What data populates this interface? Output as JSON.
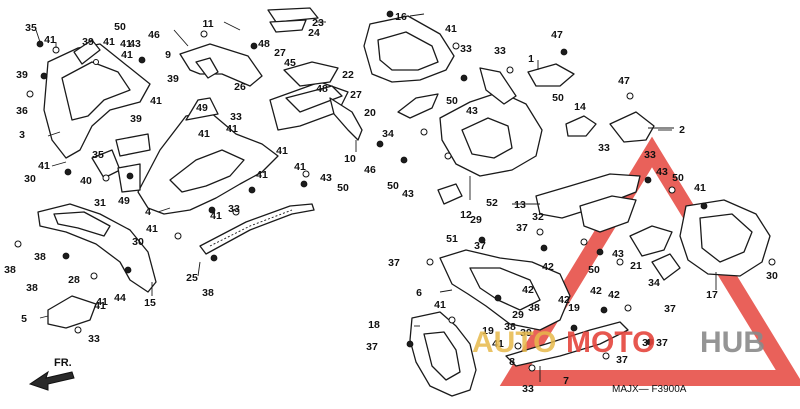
{
  "diagram": {
    "code": "MAJX— F3900A",
    "direction_label": "FR.",
    "watermark": {
      "word1": "AUTO",
      "word2": "MOTO",
      "word3": "HUB",
      "primary_color": "#e5453d",
      "secondary_color": "#8a8a8a"
    }
  },
  "callouts": [
    {
      "id": "c35",
      "label": "35"
    },
    {
      "id": "c41a",
      "label": "41"
    },
    {
      "id": "c39a",
      "label": "39"
    },
    {
      "id": "c41b",
      "label": "41"
    },
    {
      "id": "c41c",
      "label": "41"
    },
    {
      "id": "c50a",
      "label": "50"
    },
    {
      "id": "c43a",
      "label": "43"
    },
    {
      "id": "c41d",
      "label": "41"
    },
    {
      "id": "c46a",
      "label": "46"
    },
    {
      "id": "c9",
      "label": "9"
    },
    {
      "id": "c11",
      "label": "11"
    },
    {
      "id": "c48a",
      "label": "48"
    },
    {
      "id": "c27a",
      "label": "27"
    },
    {
      "id": "c23",
      "label": "23"
    },
    {
      "id": "c24",
      "label": "24"
    },
    {
      "id": "c16",
      "label": "16"
    },
    {
      "id": "c41e",
      "label": "41"
    },
    {
      "id": "c33a",
      "label": "33"
    },
    {
      "id": "c33b",
      "label": "33"
    },
    {
      "id": "c1",
      "label": "1"
    },
    {
      "id": "c47a",
      "label": "47"
    },
    {
      "id": "c45",
      "label": "45"
    },
    {
      "id": "c22",
      "label": "22"
    },
    {
      "id": "c48b",
      "label": "48"
    },
    {
      "id": "c39b",
      "label": "39"
    },
    {
      "id": "c26",
      "label": "26"
    },
    {
      "id": "c39c",
      "label": "39"
    },
    {
      "id": "c36",
      "label": "36"
    },
    {
      "id": "c3",
      "label": "3"
    },
    {
      "id": "c41f",
      "label": "41"
    },
    {
      "id": "c49a",
      "label": "49"
    },
    {
      "id": "c33c",
      "label": "33"
    },
    {
      "id": "c41g",
      "label": "41"
    },
    {
      "id": "c20",
      "label": "20"
    },
    {
      "id": "c27b",
      "label": "27"
    },
    {
      "id": "c50b",
      "label": "50"
    },
    {
      "id": "c43b",
      "label": "43"
    },
    {
      "id": "c47b",
      "label": "47"
    },
    {
      "id": "c50c",
      "label": "50"
    },
    {
      "id": "c14",
      "label": "14"
    },
    {
      "id": "c2",
      "label": "2"
    },
    {
      "id": "c34a",
      "label": "34"
    },
    {
      "id": "c10",
      "label": "10"
    },
    {
      "id": "c46b",
      "label": "46"
    },
    {
      "id": "c41h",
      "label": "41"
    },
    {
      "id": "c30a",
      "label": "30"
    },
    {
      "id": "c40",
      "label": "40"
    },
    {
      "id": "c35b",
      "label": "35"
    },
    {
      "id": "c39d",
      "label": "39"
    },
    {
      "id": "c41i",
      "label": "41"
    },
    {
      "id": "c41j",
      "label": "41"
    },
    {
      "id": "c41k",
      "label": "41"
    },
    {
      "id": "c43c",
      "label": "43"
    },
    {
      "id": "c50d",
      "label": "50"
    },
    {
      "id": "c41l",
      "label": "41"
    },
    {
      "id": "c31",
      "label": "31"
    },
    {
      "id": "c49b",
      "label": "49"
    },
    {
      "id": "c4",
      "label": "4"
    },
    {
      "id": "c41m",
      "label": "41"
    },
    {
      "id": "c33d",
      "label": "33"
    },
    {
      "id": "c41n",
      "label": "41"
    },
    {
      "id": "c30b",
      "label": "30"
    },
    {
      "id": "c50e",
      "label": "50"
    },
    {
      "id": "c43d",
      "label": "43"
    },
    {
      "id": "c52",
      "label": "52"
    },
    {
      "id": "c12",
      "label": "12"
    },
    {
      "id": "c13",
      "label": "13"
    },
    {
      "id": "c33e",
      "label": "33"
    },
    {
      "id": "c43e",
      "label": "43"
    },
    {
      "id": "c50f",
      "label": "50"
    },
    {
      "id": "c41o",
      "label": "41"
    },
    {
      "id": "c33f",
      "label": "33"
    },
    {
      "id": "c38a",
      "label": "38"
    },
    {
      "id": "c38b",
      "label": "38"
    },
    {
      "id": "c28",
      "label": "28"
    },
    {
      "id": "c38c",
      "label": "38"
    },
    {
      "id": "c44",
      "label": "44"
    },
    {
      "id": "c15",
      "label": "15"
    },
    {
      "id": "c41p",
      "label": "41"
    },
    {
      "id": "c25",
      "label": "25"
    },
    {
      "id": "c38d",
      "label": "38"
    },
    {
      "id": "c51",
      "label": "51"
    },
    {
      "id": "c29a",
      "label": "29"
    },
    {
      "id": "c37a",
      "label": "37"
    },
    {
      "id": "c37b",
      "label": "37"
    },
    {
      "id": "c32",
      "label": "32"
    },
    {
      "id": "c37c",
      "label": "37"
    },
    {
      "id": "c6",
      "label": "6"
    },
    {
      "id": "c43f",
      "label": "43"
    },
    {
      "id": "c50g",
      "label": "50"
    },
    {
      "id": "c21",
      "label": "21"
    },
    {
      "id": "c34b",
      "label": "34"
    },
    {
      "id": "c17",
      "label": "17"
    },
    {
      "id": "c30c",
      "label": "30"
    },
    {
      "id": "c5",
      "label": "5"
    },
    {
      "id": "c41q",
      "label": "41"
    },
    {
      "id": "c33g",
      "label": "33"
    },
    {
      "id": "c42a",
      "label": "42"
    },
    {
      "id": "c42b",
      "label": "42"
    },
    {
      "id": "c42c",
      "label": "42"
    },
    {
      "id": "c42d",
      "label": "42"
    },
    {
      "id": "c42e",
      "label": "42"
    },
    {
      "id": "c38e",
      "label": "38"
    },
    {
      "id": "c29b",
      "label": "29"
    },
    {
      "id": "c37d",
      "label": "37"
    },
    {
      "id": "c18",
      "label": "18"
    },
    {
      "id": "c41r",
      "label": "41"
    },
    {
      "id": "c19a",
      "label": "19"
    },
    {
      "id": "c19b",
      "label": "19"
    },
    {
      "id": "c38f",
      "label": "38"
    },
    {
      "id": "c39e",
      "label": "39"
    },
    {
      "id": "c37e",
      "label": "37"
    },
    {
      "id": "c37f",
      "label": "37"
    },
    {
      "id": "c37g",
      "label": "37"
    },
    {
      "id": "c41s",
      "label": "41"
    },
    {
      "id": "c8",
      "label": "8"
    },
    {
      "id": "c7",
      "label": "7"
    },
    {
      "id": "c33h",
      "label": "33"
    },
    {
      "id": "c37h",
      "label": "37"
    }
  ]
}
